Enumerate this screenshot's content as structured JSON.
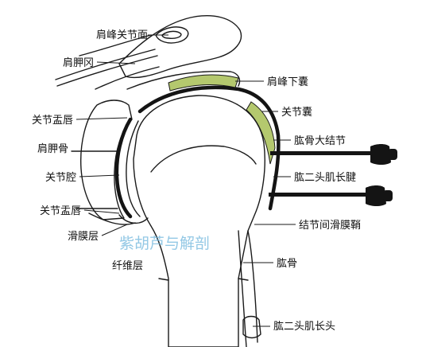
{
  "labels": {
    "acromion_articular_surface": "肩峰关节面",
    "scapular_notch": "肩胛冈",
    "glenoid_labrum_upper": "关节盂唇",
    "scapula": "肩胛骨",
    "joint_cavity": "关节腔",
    "glenoid_labrum_lower": "关节盂唇",
    "synovial_layer": "滑膜层",
    "fibrous_layer": "纤维层",
    "subacromial_bursa": "肩峰下囊",
    "joint_capsule": "关节囊",
    "greater_tubercle": "肱骨大结节",
    "biceps_long_tendon": "肱二头肌长腱",
    "intertubercular_sheath": "结节间滑膜鞘",
    "humerus": "肱骨",
    "biceps_long_head": "肱二头肌长头"
  },
  "watermark": "紫胡芦与解剖",
  "colors": {
    "bone": "#e8e8e8",
    "bursa": "#b4c86e",
    "line": "#1a1a1a",
    "watermark": "#6fb6dc"
  }
}
